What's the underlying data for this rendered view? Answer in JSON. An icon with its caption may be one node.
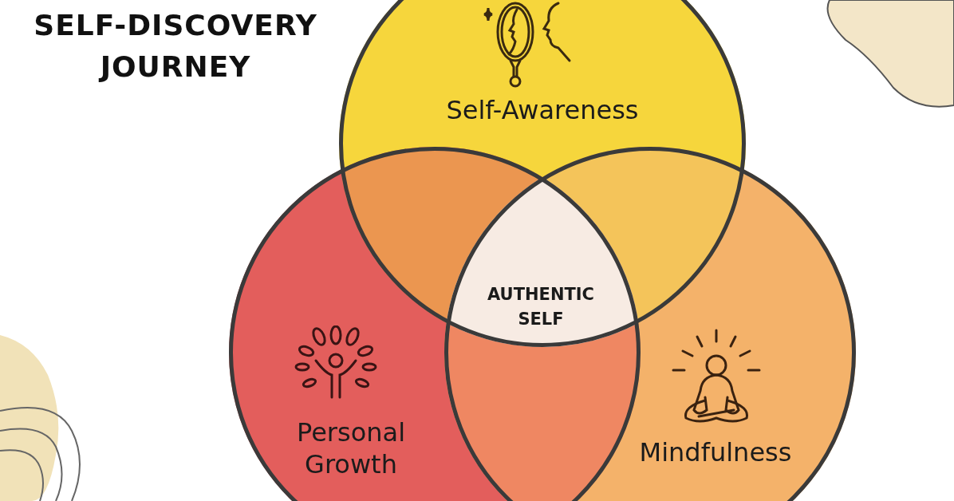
{
  "diagram": {
    "title": "SELF-DISCOVERY JOURNEY",
    "nodes": [
      {
        "text": [
          "Self-Awareness"
        ]
      },
      {
        "text": [
          "Personal Growth"
        ]
      },
      {
        "text": [
          "Mindfulness"
        ]
      },
      {
        "text": [
          "AUTHENTIC SELF"
        ]
      }
    ]
  }
}
